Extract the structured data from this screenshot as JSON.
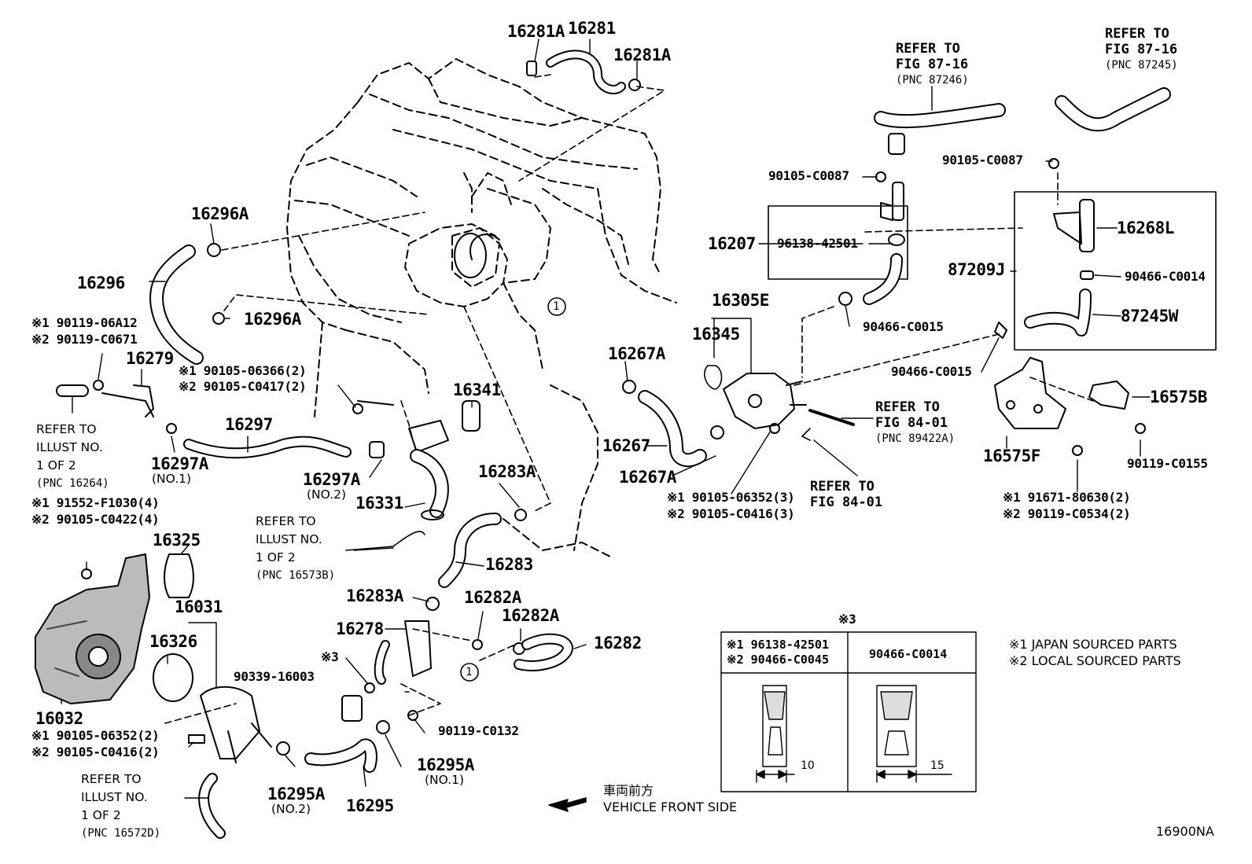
{
  "labels": {
    "p16281A_l": "16281A",
    "p16281": "16281",
    "p16281A_r": "16281A",
    "p16296A_t": "16296A",
    "p16296": "16296",
    "p16296A_b": "16296A",
    "p16279": "16279",
    "p16297": "16297",
    "p16297A_1": "16297A",
    "p16297A_1_note": "(NO.1)",
    "p16297A_2": "16297A",
    "p16297A_2_note": "(NO.2)",
    "p16331": "16331",
    "p16341": "16341",
    "p16283A_t": "16283A",
    "p16283": "16283",
    "p16283A_b": "16283A",
    "p16282A_l": "16282A",
    "p16282A_r": "16282A",
    "p16282": "16282",
    "p16278": "16278",
    "p90339_16003": "90339-16003",
    "p90119_C0132": "90119-C0132",
    "p16295A_1": "16295A",
    "p16295A_1_note": "(NO.1)",
    "p16295A_2": "16295A",
    "p16295A_2_note": "(NO.2)",
    "p16295": "16295",
    "p16325": "16325",
    "p16031": "16031",
    "p16326": "16326",
    "p16032": "16032",
    "p16267A_t": "16267A",
    "p16267": "16267",
    "p16267A_b": "16267A",
    "p16305E": "16305E",
    "p16345": "16345",
    "p16207": "16207",
    "p96138_42501": "96138-42501",
    "p90105_C0087_a": "90105-C0087",
    "p90105_C0087_b": "90105-C0087",
    "p90466_C0015_a": "90466-C0015",
    "p90466_C0015_b": "90466-C0015",
    "p16268L": "16268L",
    "p87209J": "87209J",
    "p90466_C0014": "90466-C0014",
    "p87245W": "87245W",
    "p16575B": "16575B",
    "p16575F": "16575F",
    "p90119_C0155": "90119-C0155",
    "bolt_16279_1": "※1 90119-06A12",
    "bolt_16279_2": "※2 90119-C0671",
    "bolt_16297_1": "※1 90105-06366(2)",
    "bolt_16297_2": "※2 90105-C0417(2)",
    "bolt_16032_top_1": "※1 91552-F1030(4)",
    "bolt_16032_top_2": "※2 90105-C0422(4)",
    "bolt_16032_bot_1": "※1 90105-06352(2)",
    "bolt_16032_bot_2": "※2 90105-C0416(2)",
    "bolt_16305_1": "※1 90105-06352(3)",
    "bolt_16305_2": "※2 90105-C0416(3)",
    "bolt_16575_1": "※1 91671-80630(2)",
    "bolt_16575_2": "※2 90119-C0534(2)",
    "star3": "※3",
    "circle1": "1",
    "legend1": "※1  JAPAN SOURCED PARTS",
    "legend2": "※2  LOCAL SOURCED PARTS",
    "front_jp": "車両前方",
    "front_en": "VEHICLE FRONT SIDE",
    "figure_id": "16900NA"
  },
  "refs": {
    "fig87_16_a": [
      "REFER TO",
      "FIG 87-16",
      "(PNC 87246)"
    ],
    "fig87_16_b": [
      "REFER TO",
      "FIG 87-16",
      "(PNC 87245)"
    ],
    "fig84_01_a": [
      "REFER TO",
      "FIG 84-01",
      "(PNC 89422A)"
    ],
    "fig84_01_b": [
      "REFER TO",
      "FIG 84-01"
    ],
    "illust_16264": [
      "REFER TO",
      "ILLUST NO.",
      "1 OF 2",
      "(PNC 16264)"
    ],
    "illust_16573B": [
      "REFER TO",
      "ILLUST NO.",
      "1 OF 2",
      "(PNC 16573B)"
    ],
    "illust_16572D": [
      "REFER TO",
      "ILLUST NO.",
      "1 OF 2",
      "(PNC 16572D)"
    ]
  },
  "table": {
    "title": "※3",
    "col1_line1": "※1 96138-42501",
    "col1_line2": "※2 90466-C0045",
    "col2": "90466-C0014",
    "dim1": "10",
    "dim2": "15"
  }
}
